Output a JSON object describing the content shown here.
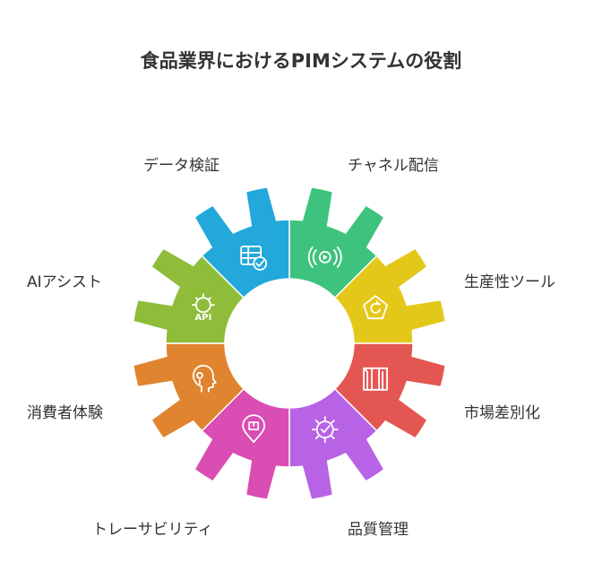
{
  "title": "食品業界におけるPIMシステムの役割",
  "segments": [
    {
      "label": "チャネル配信",
      "color": "#3EC37E",
      "icon": "broadcast-play-icon"
    },
    {
      "label": "生産性ツール",
      "color": "#E3C81A",
      "icon": "pentagon-refresh-icon"
    },
    {
      "label": "市場差別化",
      "color": "#E45652",
      "icon": "shelves-icon"
    },
    {
      "label": "品質管理",
      "color": "#B862E6",
      "icon": "gear-check-icon"
    },
    {
      "label": "トレーサビリティ",
      "color": "#DA4DB2",
      "icon": "location-package-icon"
    },
    {
      "label": "消費者体験",
      "color": "#E1842F",
      "icon": "head-profile-icon"
    },
    {
      "label": "AIアシスト",
      "color": "#8FBD3A",
      "icon": "gear-api-icon"
    },
    {
      "label": "データ検証",
      "color": "#22A8DA",
      "icon": "table-check-icon"
    }
  ],
  "api_text": "API"
}
